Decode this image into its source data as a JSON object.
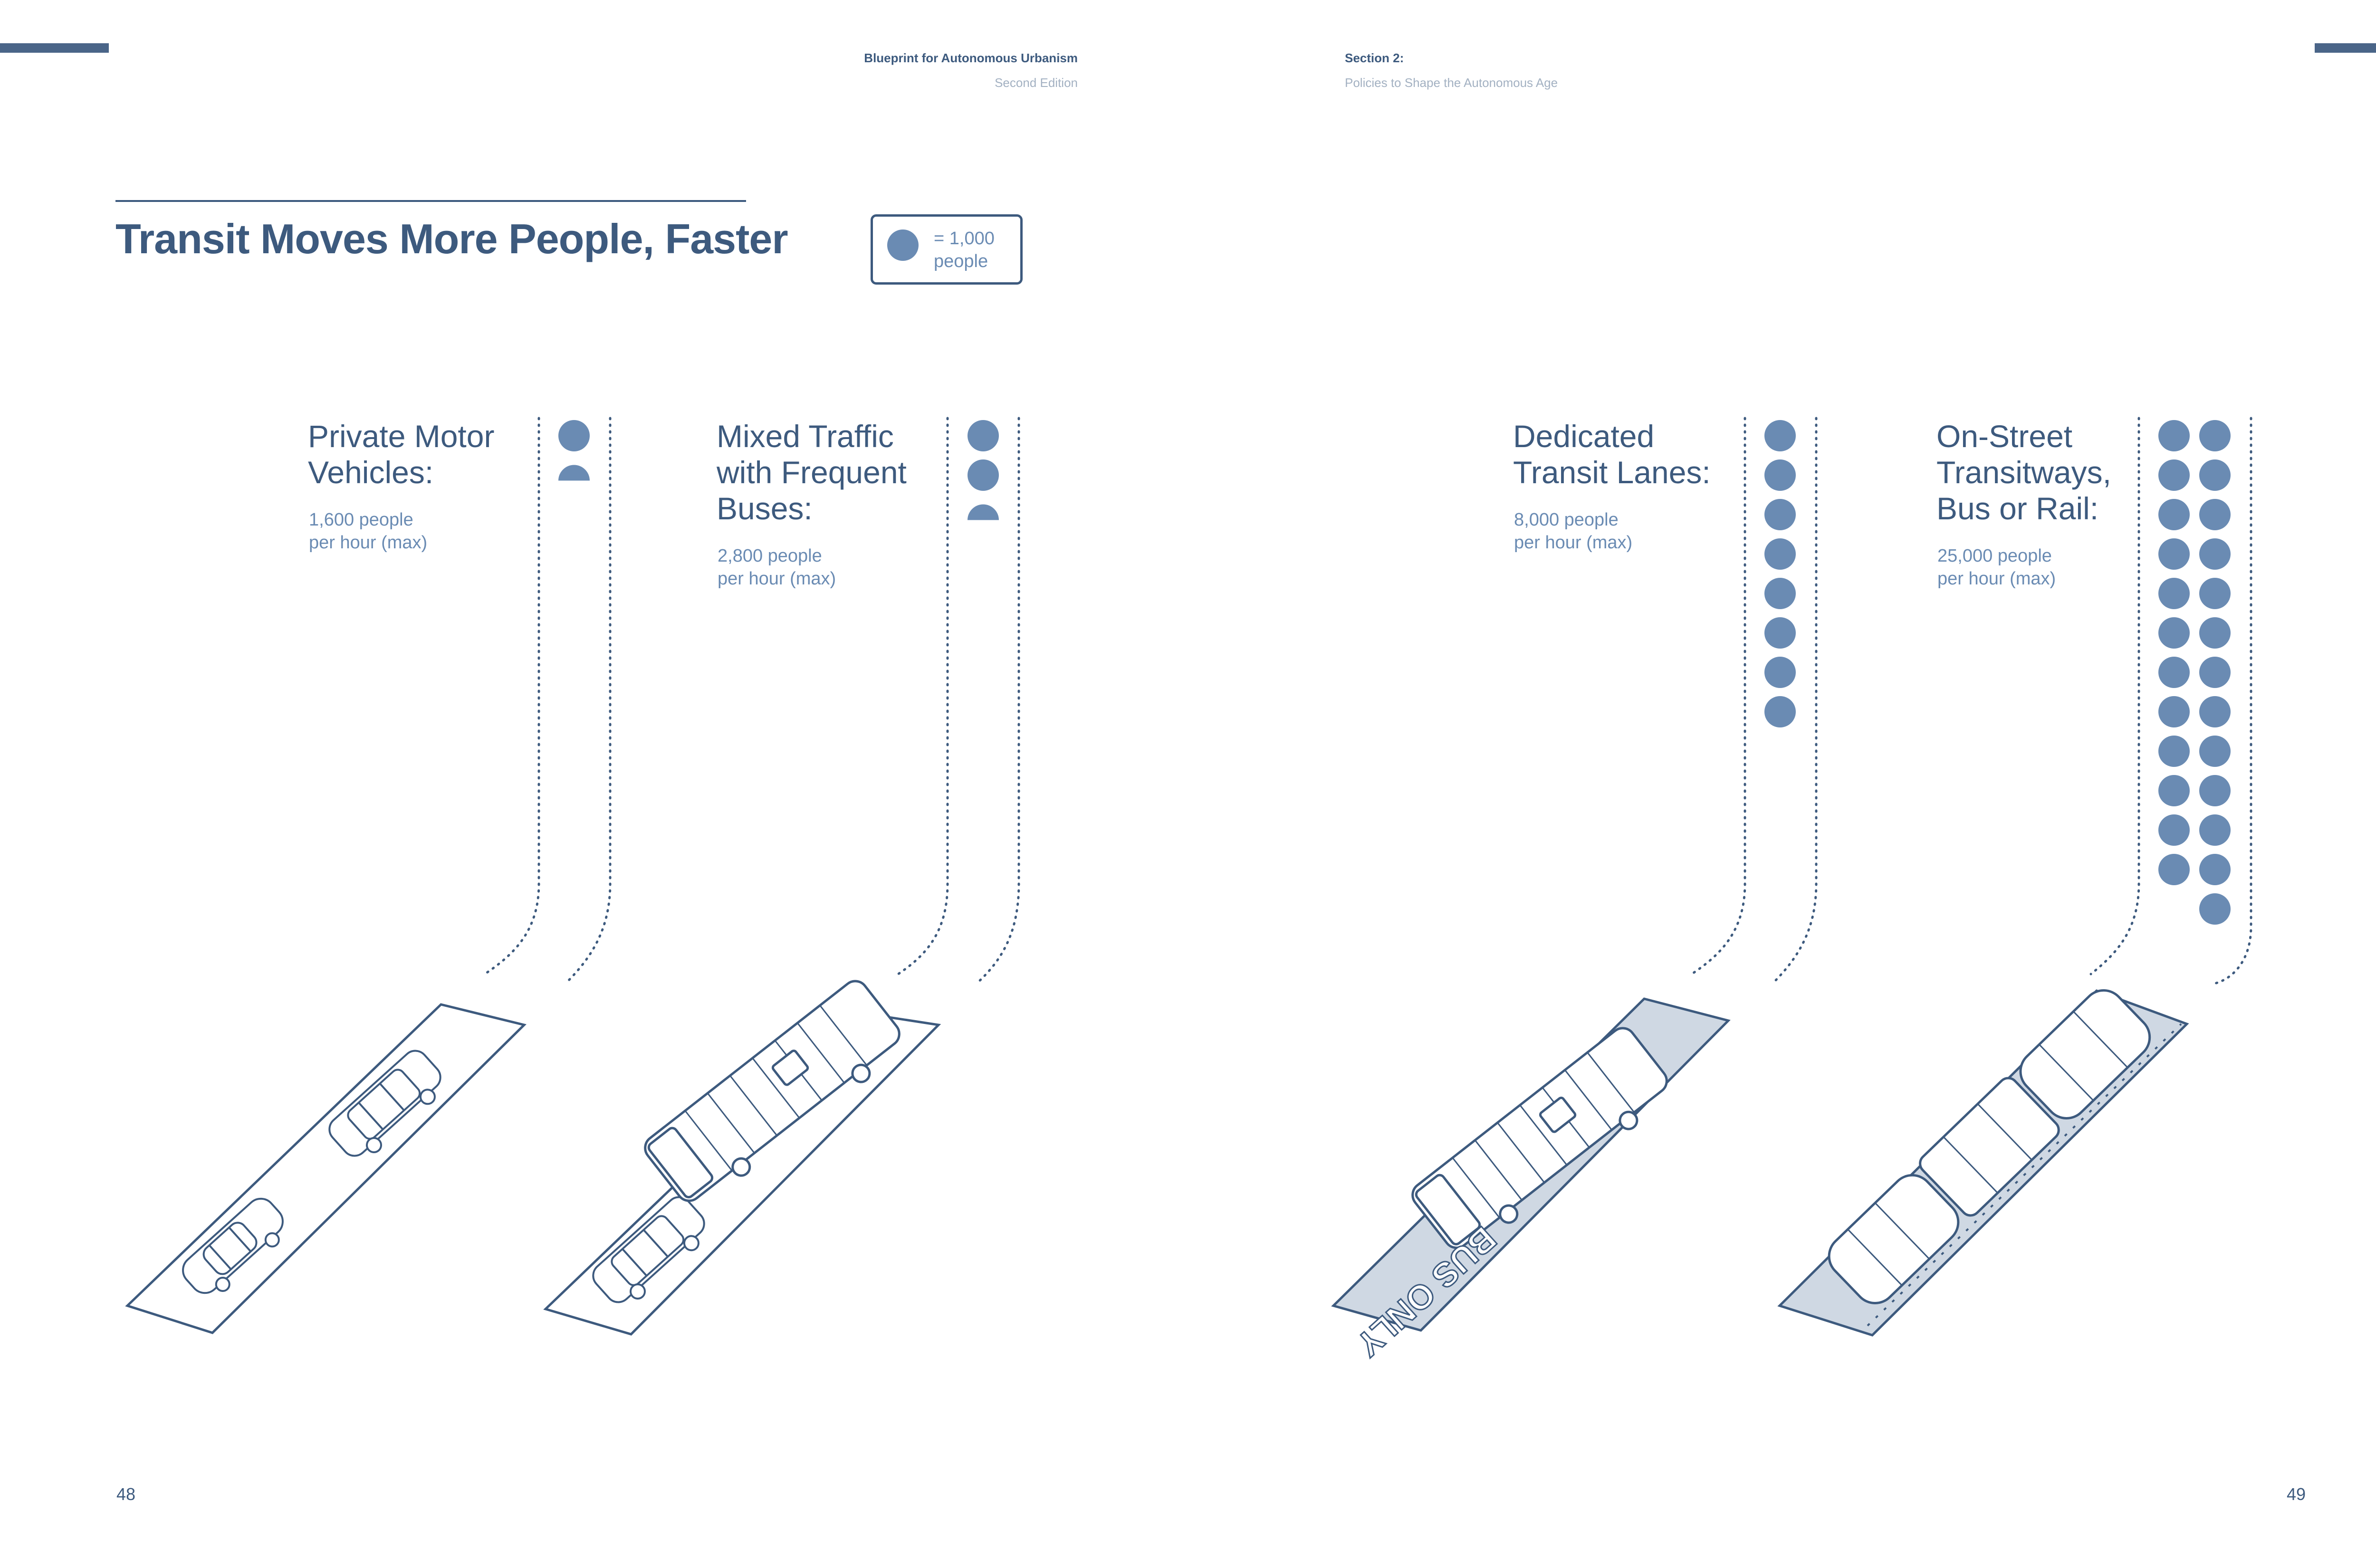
{
  "header": {
    "book_title": "Blueprint for Autonomous Urbanism",
    "edition": "Second Edition",
    "section": "Section 2:",
    "section_title": "Policies to Shape the Autonomous Age"
  },
  "title": "Transit Moves More People, Faster",
  "legend": {
    "text": "= 1,000\npeople",
    "people_per_dot": 1000,
    "dot_color": "#6a8bb3"
  },
  "categories": [
    {
      "label": "Private Motor\nVehicles:",
      "rate": "1,600 people\nper hour (max)",
      "people_per_hour": 1600
    },
    {
      "label": "Mixed Traffic\nwith Frequent\nBuses:",
      "rate": "2,800 people\nper hour (max)",
      "people_per_hour": 2800
    },
    {
      "label": "Dedicated\nTransit Lanes:",
      "rate": "8,000 people\nper hour (max)",
      "people_per_hour": 8000
    },
    {
      "label": "On-Street\nTransitways,\nBus or Rail:",
      "rate": "25,000 people\nper hour (max)",
      "people_per_hour": 25000
    }
  ],
  "lane_markings": {
    "bus_lane_text": "BUS ONLY"
  },
  "pages": {
    "left": "48",
    "right": "49"
  },
  "colors": {
    "primary": "#3d5a7e",
    "accent": "#6a8bb3",
    "muted": "#a3b1c2",
    "lane_fill": "#cfd8e3"
  }
}
